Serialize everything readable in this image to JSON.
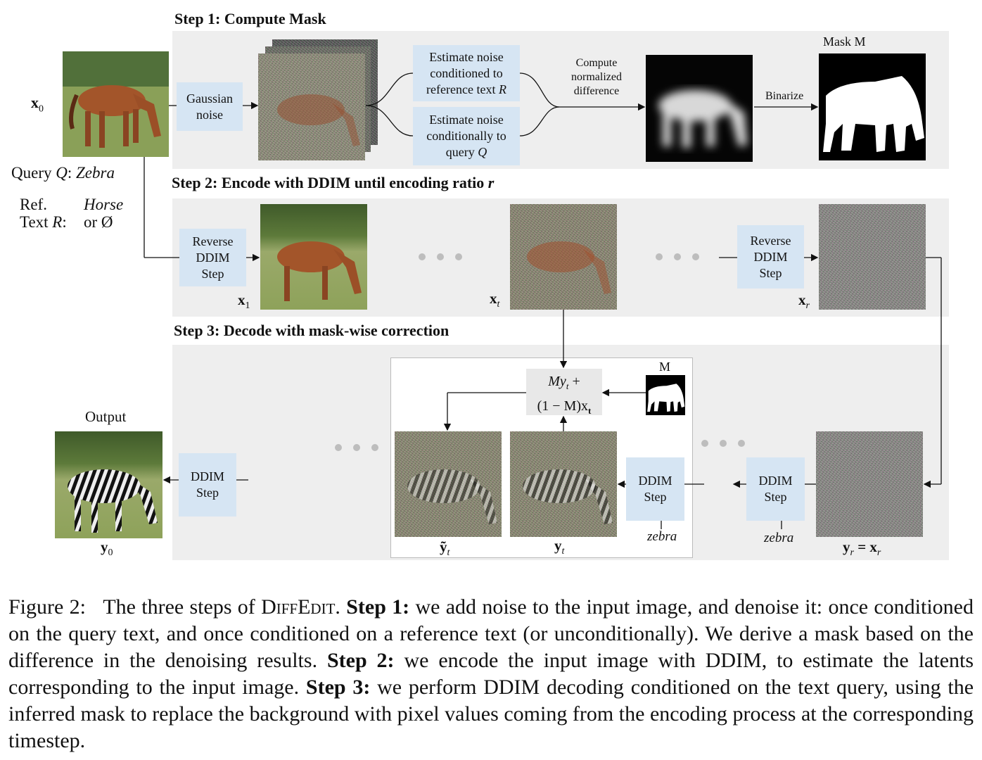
{
  "steps": {
    "step1_title": "Step 1: Compute Mask",
    "step2_title": "Step 2: Encode with DDIM until encoding ratio",
    "step2_title_var": "r",
    "step3_title": "Step 3: Decode with mask-wise correction"
  },
  "left": {
    "x0_symbol": "x",
    "x0_sub": "0",
    "query_prefix": "Query",
    "query_var": "Q",
    "query_value": "Zebra",
    "ref_line1": "Ref.",
    "ref_line2": "Text",
    "ref_var": "R",
    "ref_value1": "Horse",
    "ref_value2": "or Ø"
  },
  "step1": {
    "gaussian_line1": "Gaussian",
    "gaussian_line2": "noise",
    "est_ref_line1": "Estimate noise",
    "est_ref_line2": "conditioned to",
    "est_ref_line3": "reference text",
    "est_ref_var": "R",
    "est_query_line1": "Estimate noise",
    "est_query_line2": "conditionally to",
    "est_query_line3": "query",
    "est_query_var": "Q",
    "compute_line1": "Compute",
    "compute_line2": "normalized",
    "compute_line3": "difference",
    "binarize": "Binarize",
    "mask_label": "Mask M"
  },
  "step2": {
    "reverse_line1": "Reverse",
    "reverse_line2": "DDIM",
    "reverse_line3": "Step",
    "x1_symbol": "x",
    "x1_sub": "1",
    "xt_symbol": "x",
    "xt_sub": "t",
    "xr_symbol": "x",
    "xr_sub": "r"
  },
  "step3": {
    "output_label": "Output",
    "y0_symbol": "y",
    "y0_sub": "0",
    "ddim_line1": "DDIM",
    "ddim_line2": "Step",
    "formula_line1": "My",
    "formula_line1_sub": "t",
    "formula_line1_end": " +",
    "formula_line2": "(1 − M)x",
    "formula_line2_sub": "t",
    "mask_small": "M",
    "ytilde_symbol": "ỹ",
    "ytilde_sub": "t",
    "yt_symbol": "y",
    "yt_sub": "t",
    "yr_symbol": "y",
    "yr_sub": "r",
    "yr_eq": " = x",
    "yr_eq_sub": "r",
    "zebra1": "zebra",
    "zebra2": "zebra"
  },
  "caption": {
    "label": "Figure 2:",
    "intro": "The three steps of",
    "method_name": "DiffEdit",
    "s1_head": "Step 1:",
    "s1_text": "we add noise to the input image, and denoise it: once conditioned on the query text, and once conditioned on a reference text (or unconditionally). We derive a mask based on the difference in the denoising results.",
    "s2_head": "Step 2:",
    "s2_text": "we encode the input image with DDIM, to estimate the latents corresponding to the input image.",
    "s3_head": "Step 3:",
    "s3_text": "we perform DDIM decoding conditioned on the text query, using the inferred mask to replace the background with pixel values coming from the encoding process at the corresponding timestep."
  },
  "colors": {
    "panel": "#eeeeee",
    "box": "#d6e5f3"
  }
}
